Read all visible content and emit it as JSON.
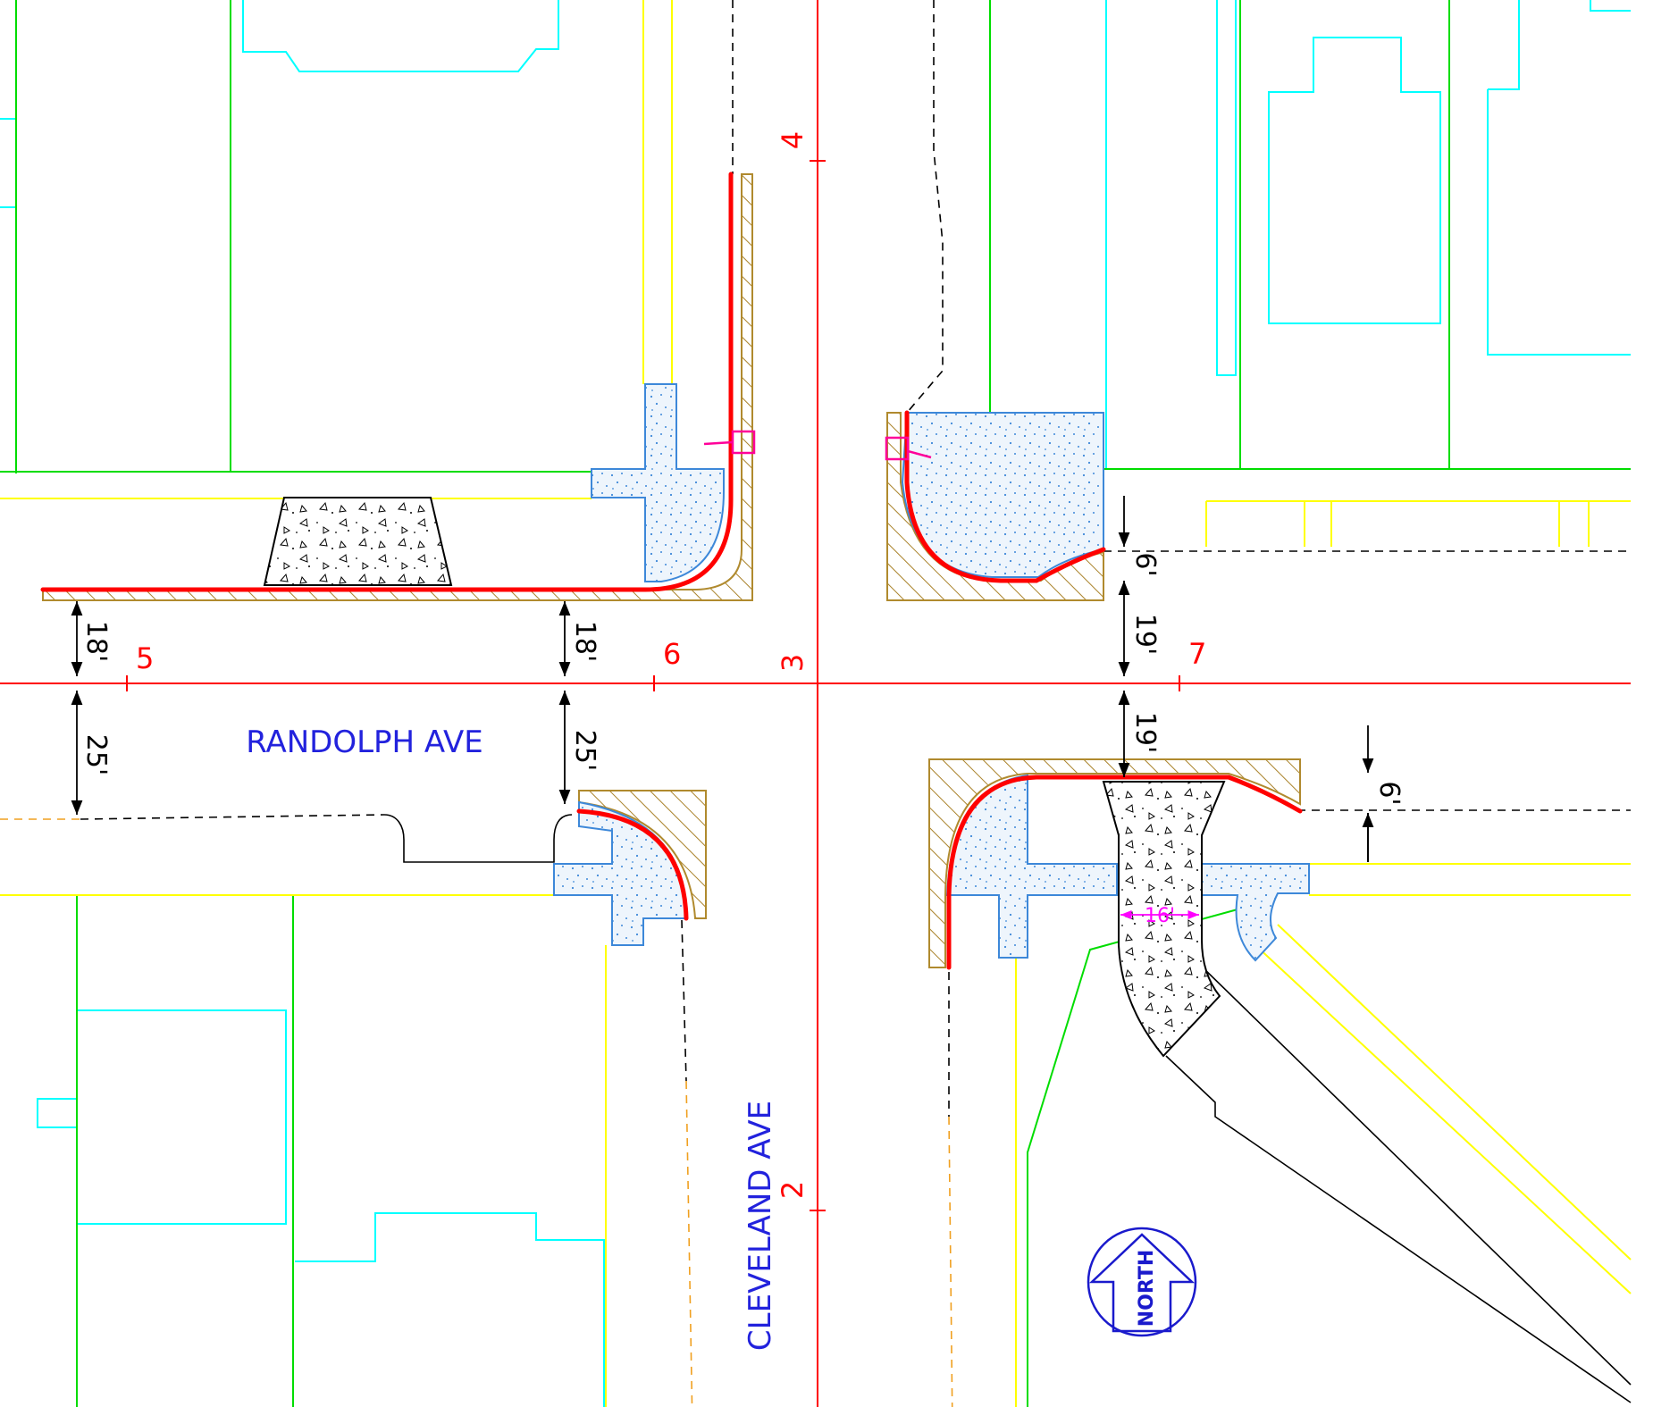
{
  "streets": {
    "horizontal_name": "RANDOLPH AVE",
    "vertical_name": "CLEVELAND AVE"
  },
  "stations": {
    "s2": "2",
    "s3": "3",
    "s4": "4",
    "s5": "5",
    "s6": "6",
    "s7": "7"
  },
  "dimensions": {
    "west_north_18": "18'",
    "west_south_25": "25'",
    "mid_north_18": "18'",
    "mid_south_25": "25'",
    "east_north_6": "6'",
    "east_north_19": "19'",
    "east_south_19": "19'",
    "far_east_6": "6'",
    "crosswalk_width": "16'"
  },
  "north_arrow": {
    "label": "NORTH"
  },
  "colors": {
    "centerline": "#ff0000",
    "curb_new": "#ff0000",
    "right_of_way": "#00dd00",
    "curb_edge": "#ffff00",
    "building": "#00ffff",
    "hatch": "#b08a2e",
    "ramp_fill": "#dbe9f5",
    "ramp_outline": "#3d88d9",
    "street_label": "#2222dd",
    "station_label": "#ff0000",
    "dimension": "#000000",
    "crosswalk_dim": "#ff00ff",
    "marker": "#ff0099"
  }
}
